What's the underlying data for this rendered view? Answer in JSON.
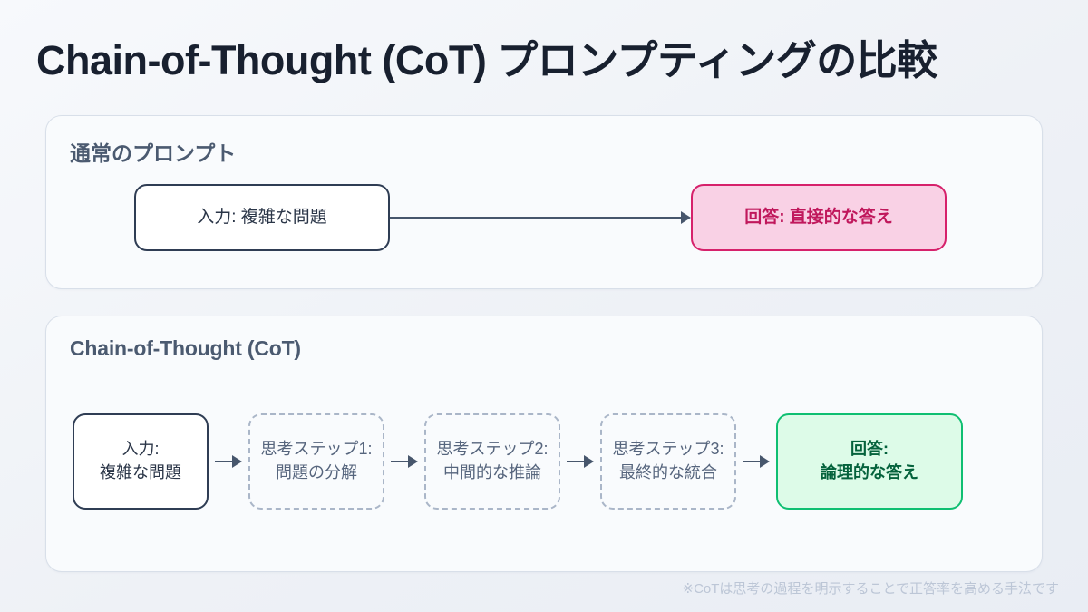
{
  "title": "Chain-of-Thought (CoT) プロンプティングの比較",
  "colors": {
    "title_text": "#18202f",
    "card_title": "#4b5a70",
    "card_bg": "#f9fbfd",
    "card_border": "#d8dfe9",
    "arrow": "#47566c",
    "input_border": "#2f3d54",
    "step_border": "#aab6c8",
    "pink_fill": "#f9d1e5",
    "pink_border": "#d6216b",
    "pink_text": "#c0185c",
    "green_fill": "#ddfbe8",
    "green_border": "#0fbf72",
    "green_text": "#04623c",
    "footnote": "#bcc6d6"
  },
  "standard_section": {
    "heading": "通常のプロンプト",
    "input_node": {
      "line1": "入力: 複雑な問題"
    },
    "answer_node": {
      "line1": "回答: 直接的な答え"
    }
  },
  "cot_section": {
    "heading": "Chain-of-Thought (CoT)",
    "input_node": {
      "line1": "入力:",
      "line2": "複雑な問題"
    },
    "steps": [
      {
        "line1": "思考ステップ1:",
        "line2": "問題の分解"
      },
      {
        "line1": "思考ステップ2:",
        "line2": "中間的な推論"
      },
      {
        "line1": "思考ステップ3:",
        "line2": "最終的な統合"
      }
    ],
    "answer_node": {
      "line1": "回答:",
      "line2": "論理的な答え"
    }
  },
  "footnote": "※CoTは思考の過程を明示することで正答率を高める手法です"
}
